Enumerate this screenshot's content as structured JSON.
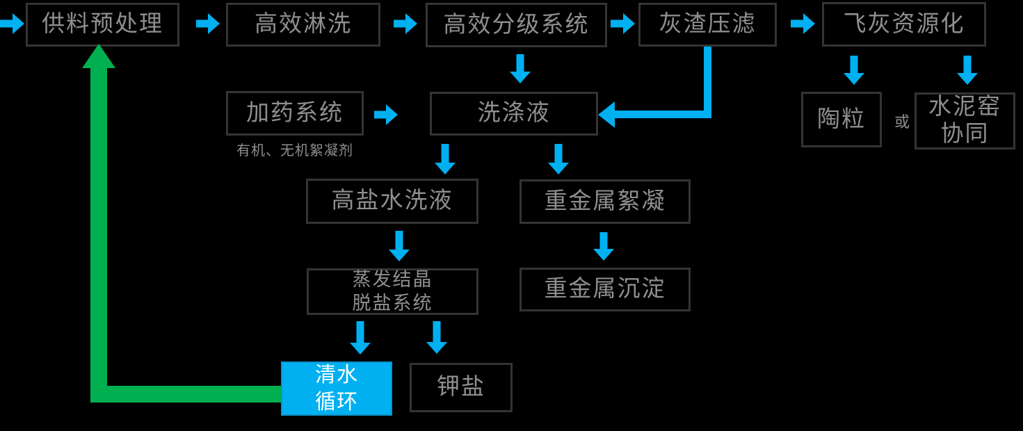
{
  "diagram": {
    "nodes": {
      "feed_pretreatment": {
        "label": "供料预处理"
      },
      "rinsing": {
        "label": "高效淋洗"
      },
      "classification": {
        "label": "高效分级系统"
      },
      "ash_press_filter": {
        "label": "灰渣压滤"
      },
      "flyash_recycling": {
        "label": "飞灰资源化"
      },
      "dosing_system": {
        "label": "加药系统",
        "caption": "有机、无机絮凝剂"
      },
      "washing_liquid": {
        "label": "洗涤液"
      },
      "ceramsite": {
        "label": "陶粒"
      },
      "or_connector": {
        "label": "或"
      },
      "cement_kiln": {
        "label": "水泥窑\n协同"
      },
      "high_salt_wash": {
        "label": "高盐水洗液"
      },
      "heavy_metal_flocculation": {
        "label": "重金属絮凝"
      },
      "evaporation_desalination": {
        "label": "蒸发结晶\n脱盐系统"
      },
      "heavy_metal_precipitation": {
        "label": "重金属沉淀"
      },
      "clean_water_cycle": {
        "label": "清水\n循环"
      },
      "potassium_salt": {
        "label": "钾盐"
      }
    },
    "colors": {
      "background": "#000000",
      "arrow_blue": "#00B0F0",
      "recycle_green": "#00B050",
      "box_border": "#343434",
      "box_text": "#8F8F8F",
      "highlight_fill": "#00B0F0",
      "highlight_text": "#FFFFFF"
    }
  }
}
